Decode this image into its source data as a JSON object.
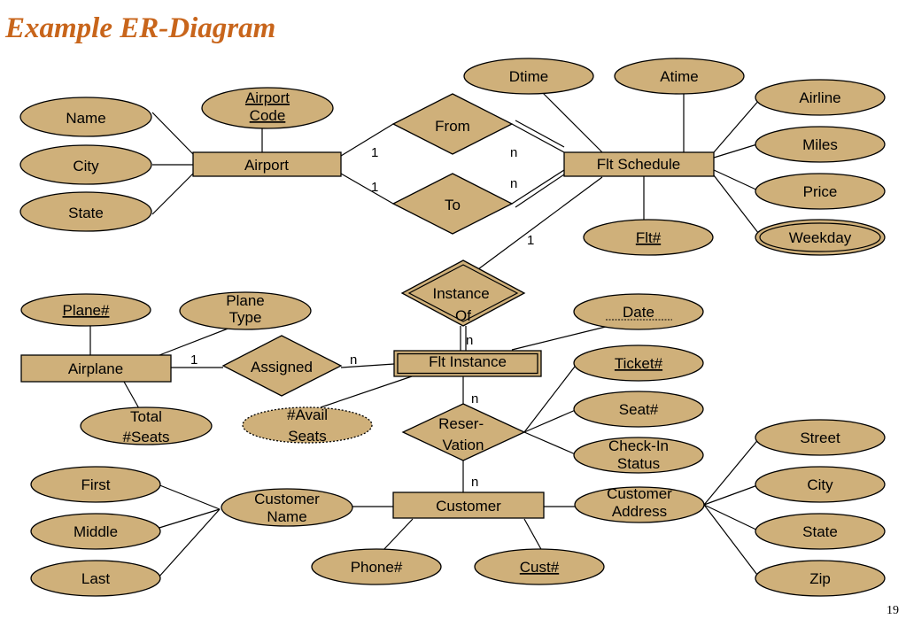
{
  "title": "Example ER-Diagram",
  "page_number": "19",
  "entities": {
    "airport": "Airport",
    "flt_schedule": "Flt Schedule",
    "flt_instance": "Flt Instance",
    "airplane": "Airplane",
    "customer": "Customer"
  },
  "relationships": {
    "from": "From",
    "to": "To",
    "instance_of": "Instance Of",
    "assigned": "Assigned",
    "reservation": "Reser- Vation"
  },
  "attributes": {
    "airport_code": "Airport Code",
    "name": "Name",
    "city": "City",
    "state": "State",
    "dtime": "Dtime",
    "atime": "Atime",
    "airline": "Airline",
    "miles": "Miles",
    "price": "Price",
    "weekday": "Weekday",
    "flt_no": "Flt#",
    "plane_no": "Plane#",
    "plane_type": "Plane Type",
    "total_seats": "Total #Seats",
    "avail_seats": "#Avail Seats",
    "date": "Date",
    "ticket_no": "Ticket#",
    "seat_no": "Seat#",
    "checkin_status": "Check-In Status",
    "customer_name": "Customer Name",
    "first": "First",
    "middle": "Middle",
    "last": "Last",
    "customer_address": "Customer Address",
    "street": "Street",
    "addr_city": "City",
    "addr_state": "State",
    "zip": "Zip",
    "phone_no": "Phone#",
    "cust_no": "Cust#"
  },
  "cardinalities": {
    "from_airport": "1",
    "from_schedule": "n",
    "to_airport": "1",
    "to_schedule": "n",
    "instanceof_schedule": "1",
    "instanceof_instance": "n",
    "assigned_airplane": "1",
    "assigned_instance": "n",
    "reservation_instance": "n",
    "reservation_customer": "n"
  },
  "colors": {
    "fill": "#cfb07a",
    "title": "#c8651b",
    "stroke": "#000000"
  }
}
